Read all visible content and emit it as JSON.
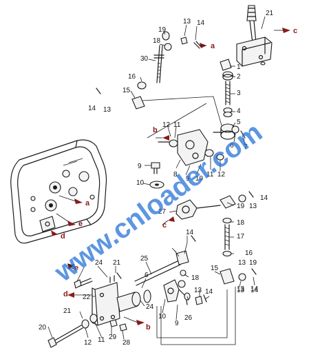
{
  "watermark": "www.cnloader.com",
  "part_numbers": [
    "1",
    "2",
    "3",
    "4",
    "5",
    "6",
    "7",
    "8",
    "9",
    "10",
    "11",
    "12",
    "13",
    "14",
    "15",
    "16",
    "17",
    "18",
    "19",
    "20",
    "21",
    "22",
    "23",
    "24",
    "25",
    "26",
    "27",
    "28",
    "29",
    "30"
  ],
  "callouts": [
    {
      "n": "21"
    },
    {
      "n": "13"
    },
    {
      "n": "14"
    },
    {
      "n": "19"
    },
    {
      "n": "18"
    },
    {
      "n": "30"
    },
    {
      "n": "1"
    },
    {
      "n": "2"
    },
    {
      "n": "16"
    },
    {
      "n": "15"
    },
    {
      "n": "3"
    },
    {
      "n": "14"
    },
    {
      "n": "13"
    },
    {
      "n": "4"
    },
    {
      "n": "5"
    },
    {
      "n": "12"
    },
    {
      "n": "11"
    },
    {
      "n": "6"
    },
    {
      "n": "7"
    },
    {
      "n": "9"
    },
    {
      "n": "8"
    },
    {
      "n": "9"
    },
    {
      "n": "10"
    },
    {
      "n": "11"
    },
    {
      "n": "12"
    },
    {
      "n": "10"
    },
    {
      "n": "19"
    },
    {
      "n": "13"
    },
    {
      "n": "14"
    },
    {
      "n": "27"
    },
    {
      "n": "18"
    },
    {
      "n": "14"
    },
    {
      "n": "17"
    },
    {
      "n": "13"
    },
    {
      "n": "19"
    },
    {
      "n": "16"
    },
    {
      "n": "25"
    },
    {
      "n": "18"
    },
    {
      "n": "15"
    },
    {
      "n": "13"
    },
    {
      "n": "14"
    },
    {
      "n": "24"
    },
    {
      "n": "21"
    },
    {
      "n": "23"
    },
    {
      "n": "6"
    },
    {
      "n": "22"
    },
    {
      "n": "24"
    },
    {
      "n": "13"
    },
    {
      "n": "14"
    },
    {
      "n": "10"
    },
    {
      "n": "26"
    },
    {
      "n": "9"
    },
    {
      "n": "21"
    },
    {
      "n": "20"
    },
    {
      "n": "12"
    },
    {
      "n": "11"
    },
    {
      "n": "29"
    },
    {
      "n": "28"
    },
    {
      "n": "13"
    },
    {
      "n": "14"
    }
  ],
  "references": [
    {
      "letter": "a"
    },
    {
      "letter": "c"
    },
    {
      "letter": "b"
    },
    {
      "letter": "a"
    },
    {
      "letter": "e"
    },
    {
      "letter": "d"
    },
    {
      "letter": "c"
    },
    {
      "letter": "e"
    },
    {
      "letter": "d"
    },
    {
      "letter": "b"
    }
  ]
}
